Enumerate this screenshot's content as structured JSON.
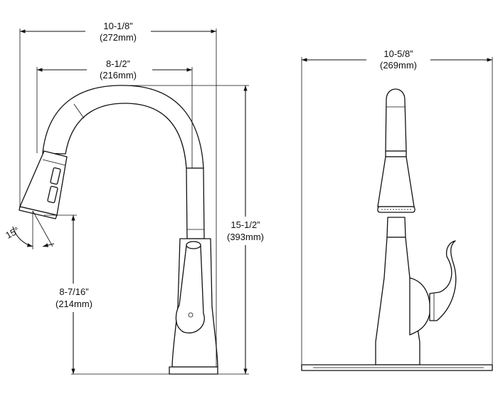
{
  "side_view": {
    "overall_width": {
      "imperial": "10-1/8”",
      "metric": "(272mm)"
    },
    "reach": {
      "imperial": "8-1/2”",
      "metric": "(216mm)"
    },
    "overall_height": {
      "imperial": "15-1/2”",
      "metric": "(393mm)"
    },
    "spout_clearance": {
      "imperial": "8-7/16”",
      "metric": "(214mm)"
    },
    "spray_angle": "15°"
  },
  "front_view": {
    "overall_width": {
      "imperial": "10-5/8”",
      "metric": "(269mm)"
    }
  }
}
